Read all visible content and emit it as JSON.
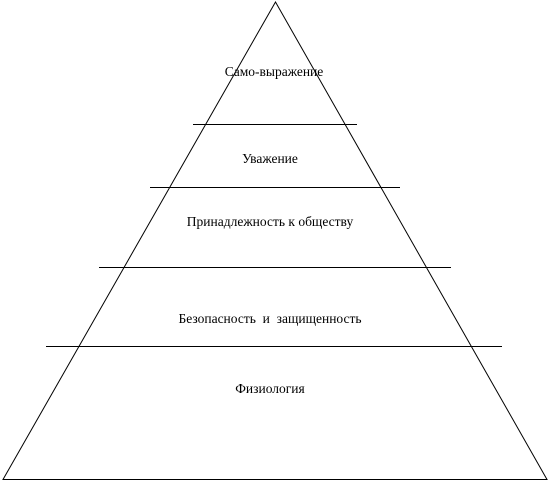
{
  "pyramid": {
    "levels": [
      {
        "label": "Само-выражение"
      },
      {
        "label": "Уважение"
      },
      {
        "label": "Принадлежность к обществу"
      },
      {
        "label": "Безопасность  и  защищенность"
      },
      {
        "label": "Физиология"
      }
    ],
    "colors": {
      "stroke": "#000000",
      "text": "#000000",
      "background": "#ffffff"
    }
  }
}
